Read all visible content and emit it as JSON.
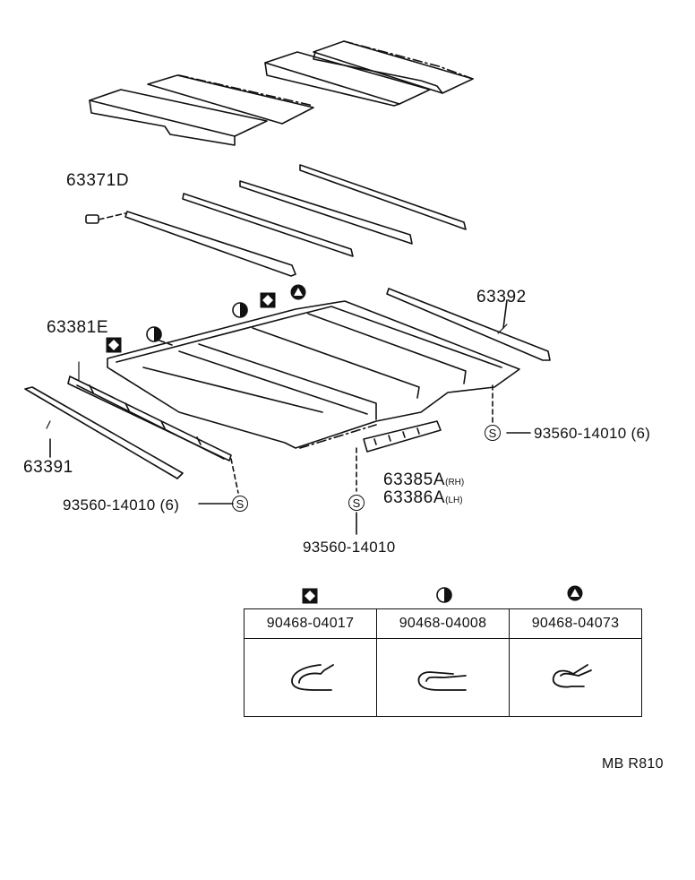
{
  "parts": {
    "p63371D": "63371D",
    "p63392": "63392",
    "p63381E": "63381E",
    "p63391": "63391",
    "p63385A": "63385A",
    "p63385A_side": "(RH)",
    "p63386A": "63386A",
    "p63386A_side": "(LH)",
    "screw_right": "93560-14010  (6)",
    "screw_left": "93560-14010  (6)",
    "screw_bottom": "93560-14010"
  },
  "screw_symbol": "S",
  "clip_symbols": {
    "diamond": "diamond-clip-symbol",
    "half_circle": "half-circle-clip-symbol",
    "triangle": "triangle-clip-symbol"
  },
  "clip_table": [
    {
      "symbol": "diamond",
      "part_no": "90468-04017"
    },
    {
      "symbol": "half_circle",
      "part_no": "90468-04008"
    },
    {
      "symbol": "triangle",
      "part_no": "90468-04073"
    }
  ],
  "footer_code": "MB R810"
}
